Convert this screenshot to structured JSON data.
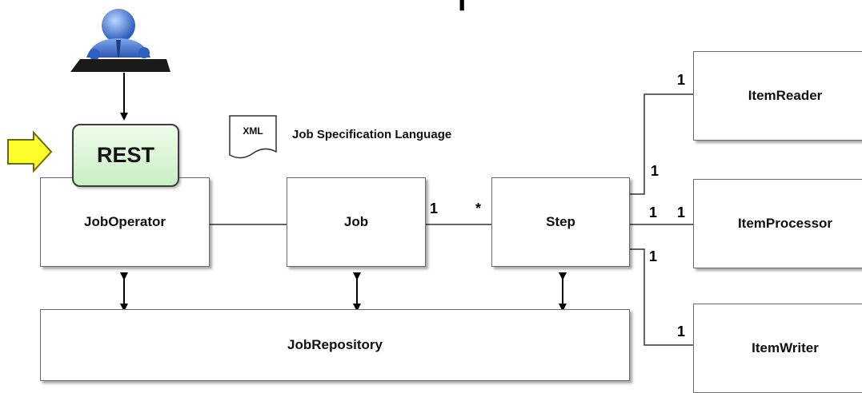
{
  "title_fragment": "ר",
  "xml_icon_text": "XML",
  "spec_label": "Job Specification Language",
  "rest_label": "REST",
  "boxes": {
    "job_operator": "JobOperator",
    "job": "Job",
    "step": "Step",
    "job_repository": "JobRepository",
    "item_reader": "ItemReader",
    "item_processor": "ItemProcessor",
    "item_writer": "ItemWriter"
  },
  "multiplicities": {
    "job_side": "1",
    "step_side": "*",
    "step_reader": "1",
    "reader": "1",
    "step_processor": "1",
    "processor": "1",
    "step_writer": "1",
    "writer": "1"
  },
  "colors": {
    "rest_fill": "#d4f3cf",
    "arrow_fill": "#fdfd2c",
    "person_blue": "#3a74d6",
    "line": "#333333"
  }
}
